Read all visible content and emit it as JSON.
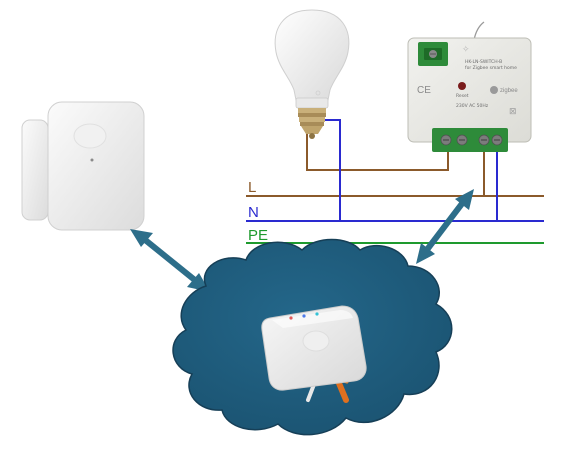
{
  "wires": {
    "live": {
      "label": "L",
      "color": "#8B5A2B"
    },
    "neutral": {
      "label": "N",
      "color": "#2A2AD0"
    },
    "earth": {
      "label": "PE",
      "color": "#1E9A2E"
    }
  },
  "module": {
    "model": "HK-LN-SWITCH-B",
    "subtitle": "for Zigbee smart home",
    "ce": "CE",
    "brand": "zigbee",
    "reset_label": "Reset",
    "rating": "230V AC 50Hz"
  },
  "colors": {
    "cloud": "#1E5A78",
    "cloud_outline": "#163F57",
    "arrow": "#2D6E8A"
  },
  "icons": {
    "bulb": "smart-bulb-icon",
    "door_sensor": "door-window-sensor-icon",
    "hub": "zigbee-gateway-icon"
  }
}
